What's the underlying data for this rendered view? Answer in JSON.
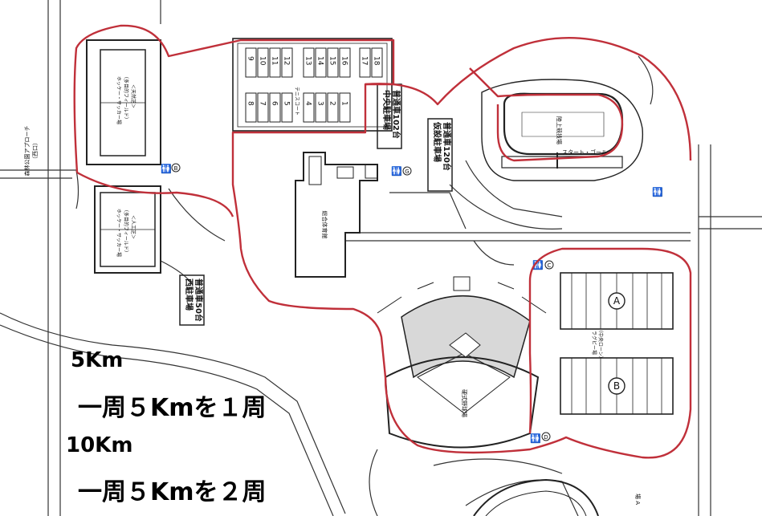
{
  "map": {
    "labels": {
      "park_approach": "森林公園アプローチ",
      "west_exit": "（西口）",
      "hockey_a_title": "ホッケー・サッカー場",
      "hockey_a_sub": "（多目的フィールド）",
      "hockey_a_turf": "＜天然芝＞",
      "hockey_b_title": "ホッケー・サッカー場",
      "hockey_b_sub": "（多目的フィールド）",
      "hockey_b_turf": "＜人工芝＞",
      "tennis": "テニスコート",
      "central_parking": "中央駐車場",
      "central_parking_count": "普通車102台",
      "temp_parking": "仮設駐車場",
      "temp_parking_count": "普通車120台",
      "west_parking": "西駐車場",
      "west_parking_count": "普通車50台",
      "gym": "総合体育館",
      "athletics": "陸上競技場",
      "start_goal": "スタート・ゴール",
      "baseball": "硬式野球場",
      "rugby": "ラグビー場",
      "rugby_sub": "（中央ローン）",
      "field_a": "A",
      "field_b": "B",
      "toilet_b": "B",
      "toilet_c": "C",
      "toilet_d": "D",
      "toilet_g": "G",
      "lower_right": "場 A"
    },
    "tennis_courts": [
      "9",
      "10",
      "11",
      "12",
      "13",
      "14",
      "15",
      "16",
      "17",
      "18",
      "8",
      "7",
      "6",
      "5",
      "4",
      "3",
      "2",
      "1"
    ]
  },
  "courses": {
    "five_title": "5Km",
    "five_desc": "一周５Kmを１周",
    "ten_title": "10Km",
    "ten_desc": "一周５Kmを２周"
  },
  "colors": {
    "route": "#c0303a",
    "ink": "#222222"
  }
}
